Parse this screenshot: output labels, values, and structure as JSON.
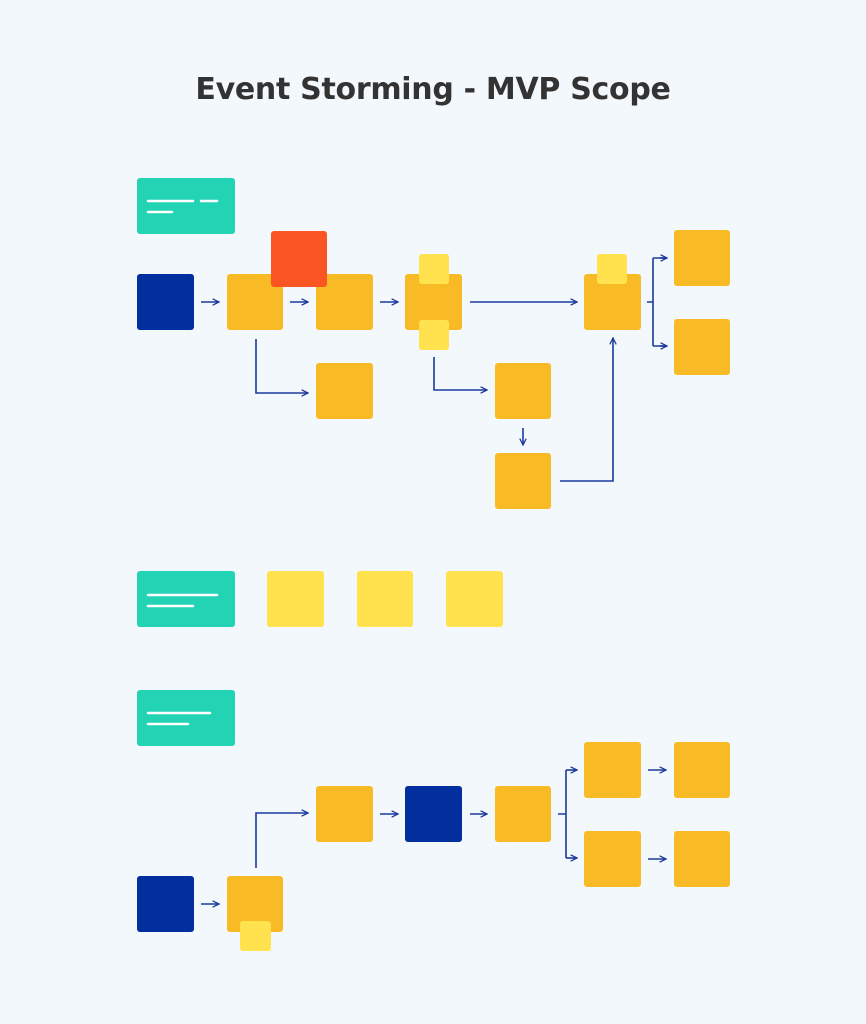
{
  "title": "Event Storming - MVP Scope",
  "colors": {
    "background": "#f3f8fc",
    "title_text": "#333333",
    "lane_label": "#22d3b4",
    "lane_label_lines": "#ffffff",
    "actor": "#022e9e",
    "domain_event": "#f8bb25",
    "policy": "#ffe24e",
    "hotspot": "#fa5522",
    "arrow": "#1c3a9e"
  },
  "sticky_types": [
    "lane-label",
    "actor",
    "domain-event",
    "policy",
    "hotspot"
  ]
}
